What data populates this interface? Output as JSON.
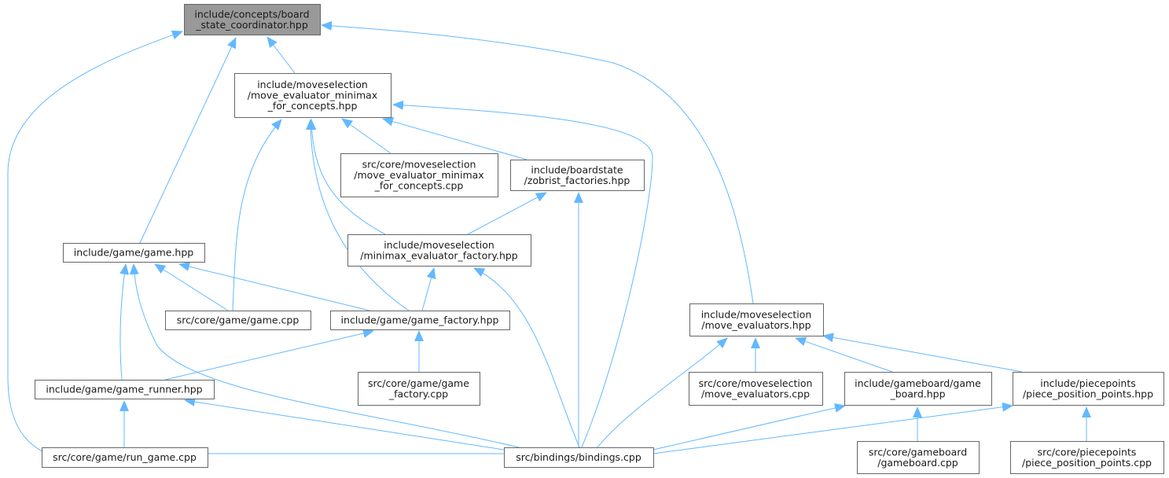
{
  "graph": {
    "nodes": [
      {
        "id": "n0",
        "lines": [
          "include/concepts/board",
          "_state_coordinator.hpp"
        ],
        "root": true
      },
      {
        "id": "n1",
        "lines": [
          "include/moveselection",
          "/move_evaluator_minimax",
          "_for_concepts.hpp"
        ]
      },
      {
        "id": "n2",
        "lines": [
          "src/core/moveselection",
          "/move_evaluator_minimax",
          "_for_concepts.cpp"
        ]
      },
      {
        "id": "n3",
        "lines": [
          "include/boardstate",
          "/zobrist_factories.hpp"
        ]
      },
      {
        "id": "n4",
        "lines": [
          "include/game/game.hpp"
        ]
      },
      {
        "id": "n5",
        "lines": [
          "include/moveselection",
          "/minimax_evaluator_factory.hpp"
        ]
      },
      {
        "id": "n6",
        "lines": [
          "src/core/game/game.cpp"
        ]
      },
      {
        "id": "n7",
        "lines": [
          "include/game/game_factory.hpp"
        ]
      },
      {
        "id": "n8",
        "lines": [
          "include/moveselection",
          "/move_evaluators.hpp"
        ]
      },
      {
        "id": "n9",
        "lines": [
          "include/game/game_runner.hpp"
        ]
      },
      {
        "id": "n10",
        "lines": [
          "src/core/game/game",
          "_factory.cpp"
        ]
      },
      {
        "id": "n11",
        "lines": [
          "src/core/moveselection",
          "/move_evaluators.cpp"
        ]
      },
      {
        "id": "n12",
        "lines": [
          "include/gameboard/game",
          "_board.hpp"
        ]
      },
      {
        "id": "n13",
        "lines": [
          "include/piecepoints",
          "/piece_position_points.hpp"
        ]
      },
      {
        "id": "n14",
        "lines": [
          "src/core/game/run_game.cpp"
        ]
      },
      {
        "id": "n15",
        "lines": [
          "src/bindings/bindings.cpp"
        ]
      },
      {
        "id": "n16",
        "lines": [
          "src/core/gameboard",
          "/gameboard.cpp"
        ]
      },
      {
        "id": "n17",
        "lines": [
          "src/core/piecepoints",
          "/piece_position_points.cpp"
        ]
      }
    ],
    "edges": [
      {
        "from": "n1",
        "to": "n0"
      },
      {
        "from": "n4",
        "to": "n0"
      },
      {
        "from": "n15",
        "to": "n0"
      },
      {
        "from": "n8",
        "to": "n0"
      },
      {
        "from": "n2",
        "to": "n1"
      },
      {
        "from": "n3",
        "to": "n1"
      },
      {
        "from": "n6",
        "to": "n1"
      },
      {
        "from": "n5",
        "to": "n1"
      },
      {
        "from": "n7",
        "to": "n1"
      },
      {
        "from": "n15",
        "to": "n1"
      },
      {
        "from": "n5",
        "to": "n3"
      },
      {
        "from": "n15",
        "to": "n3"
      },
      {
        "from": "n6",
        "to": "n4"
      },
      {
        "from": "n7",
        "to": "n4"
      },
      {
        "from": "n9",
        "to": "n4"
      },
      {
        "from": "n15",
        "to": "n4"
      },
      {
        "from": "n7",
        "to": "n5"
      },
      {
        "from": "n15",
        "to": "n5"
      },
      {
        "from": "n9",
        "to": "n7"
      },
      {
        "from": "n10",
        "to": "n7"
      },
      {
        "from": "n14",
        "to": "n9"
      },
      {
        "from": "n15",
        "to": "n9"
      },
      {
        "from": "n11",
        "to": "n8"
      },
      {
        "from": "n12",
        "to": "n8"
      },
      {
        "from": "n13",
        "to": "n8"
      },
      {
        "from": "n15",
        "to": "n8"
      },
      {
        "from": "n15",
        "to": "n12"
      },
      {
        "from": "n16",
        "to": "n12"
      },
      {
        "from": "n15",
        "to": "n13"
      },
      {
        "from": "n17",
        "to": "n13"
      }
    ],
    "colors": {
      "edge": "#63b8ff",
      "root_fill": "#999999",
      "border": "#666666"
    }
  }
}
